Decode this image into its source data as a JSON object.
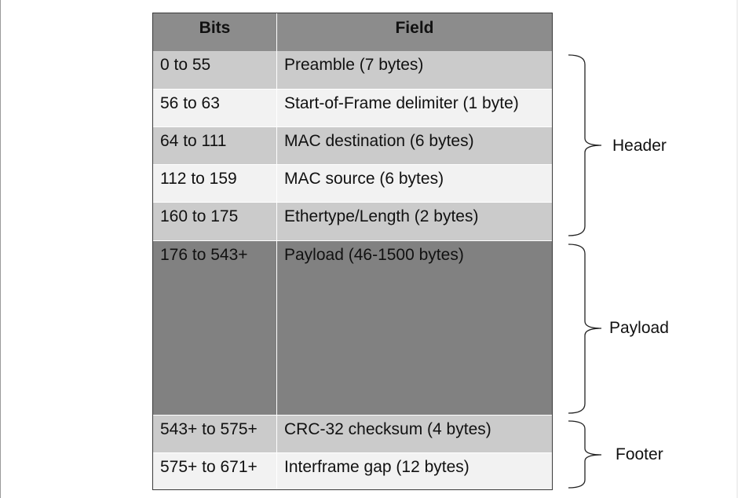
{
  "table": {
    "columns": [
      "Bits",
      "Field"
    ],
    "rows": [
      {
        "bits": "0 to 55",
        "field": "Preamble (7 bytes)"
      },
      {
        "bits": "56 to 63",
        "field": "Start-of-Frame delimiter (1 byte)"
      },
      {
        "bits": "64 to 111",
        "field": "MAC destination (6 bytes)"
      },
      {
        "bits": "112 to 159",
        "field": "MAC source (6 bytes)"
      },
      {
        "bits": "160 to 175",
        "field": "Ethertype/Length (2 bytes)"
      },
      {
        "bits": "176 to 543+",
        "field": "Payload (46-1500 bytes)"
      },
      {
        "bits": "543+ to 575+",
        "field": "CRC-32 checksum (4 bytes)"
      },
      {
        "bits": "575+ to 671+",
        "field": "Interframe gap (12 bytes)"
      }
    ]
  },
  "braces": {
    "header": "Header",
    "payload": "Payload",
    "footer": "Footer"
  },
  "colors": {
    "header_fill": "#8c8c8c",
    "row_light": "#f2f2f2",
    "row_mid": "#cbcbcb",
    "payload_fill": "#818181"
  }
}
